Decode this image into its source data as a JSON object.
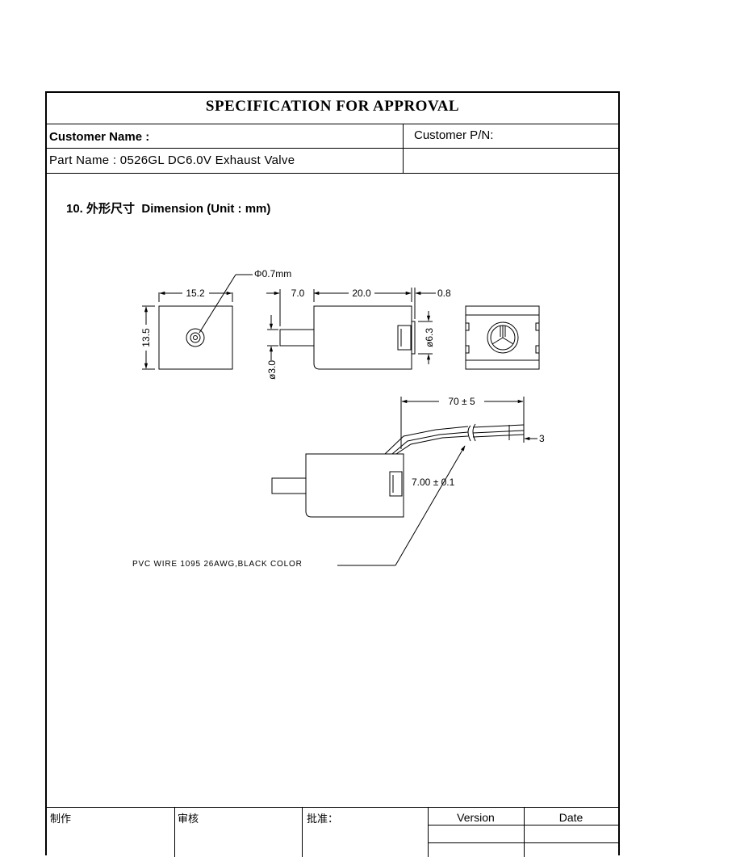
{
  "header": {
    "title": "SPECIFICATION  FOR  APPROVAL",
    "customer_name_label": "Customer Name :",
    "customer_pn_label": "Customer P/N:",
    "part_name_label": "Part Name :",
    "part_name_value": "0526GL  DC6.0V Exhaust Valve"
  },
  "section": {
    "number": "10.",
    "title_cn": "外形尺寸",
    "title_en": "Dimension (Unit : mm)"
  },
  "dimensions": {
    "front_width": "15.2",
    "front_height": "13.5",
    "port_hole": "Φ0.7mm",
    "shaft_length": "7.0",
    "body_length": "20.0",
    "flange": "0.8",
    "shaft_dia": "ø3.0",
    "flange_dia": "ø6.3",
    "wire_length": "70 ± 5",
    "wire_strip": "3",
    "wire_spacing": "7.00 ± 0.1",
    "wire_note": "PVC  WIRE  1095  26AWG,BLACK  COLOR"
  },
  "footer": {
    "made_by": "制作",
    "checked_by": "审核",
    "approved_by": "批准：",
    "version_label": "Version",
    "date_label": "Date"
  }
}
